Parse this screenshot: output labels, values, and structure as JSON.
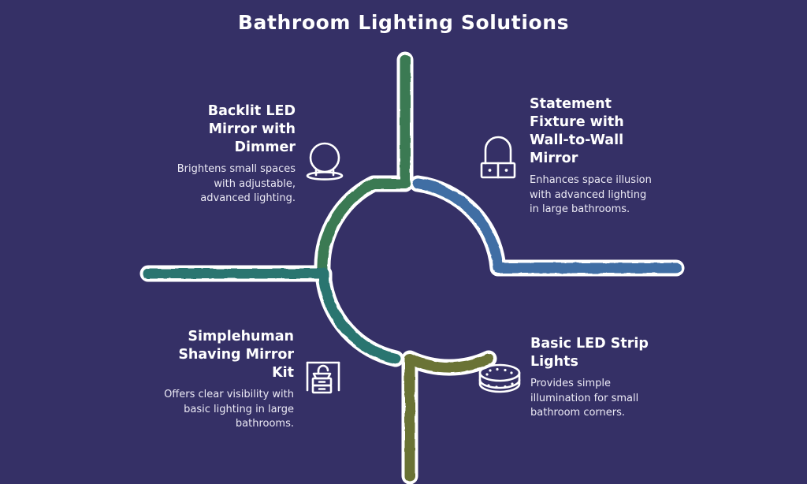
{
  "title": "Bathroom Lighting Solutions",
  "colors": {
    "background": "#353066",
    "outline": "#ffffff",
    "text": "#ffffff",
    "body_text": "#eceaf5",
    "branch_green": "#3a7a52",
    "branch_blue": "#3f6ea4",
    "branch_teal": "#2a7570",
    "branch_olive": "#6b7334"
  },
  "branches": [
    {
      "id": "top-left",
      "heading": "Backlit LED Mirror with Dimmer",
      "body": "Brightens small spaces with adjustable, advanced lighting.",
      "icon": "round-mirror-icon",
      "color": "#3a7a52"
    },
    {
      "id": "top-right",
      "heading": "Statement Fixture with Wall-to-Wall Mirror",
      "body": "Enhances space illusion with advanced lighting in large bathrooms.",
      "icon": "arched-mirror-vanity-icon",
      "color": "#3f6ea4"
    },
    {
      "id": "bottom-left",
      "heading": "Simplehuman Shaving Mirror Kit",
      "body": "Offers clear visibility with basic lighting in large bathrooms.",
      "icon": "vanity-sink-mirror-icon",
      "color": "#2a7570"
    },
    {
      "id": "bottom-right",
      "heading": "Basic LED Strip Lights",
      "body": "Provides simple illumination for small bathroom corners.",
      "icon": "led-strip-ring-icon",
      "color": "#6b7334"
    }
  ]
}
